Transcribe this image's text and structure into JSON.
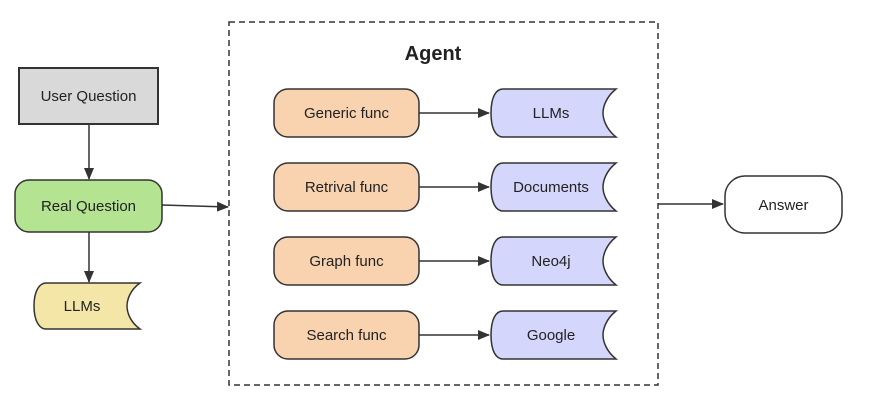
{
  "agent": {
    "title": "Agent"
  },
  "nodes": {
    "user_question": "User Question",
    "real_question": "Real Question",
    "llms_left": "LLMs",
    "answer": "Answer"
  },
  "funcs": [
    {
      "label": "Generic func",
      "store": "LLMs"
    },
    {
      "label": "Retrival func",
      "store": "Documents"
    },
    {
      "label": "Graph func",
      "store": "Neo4j"
    },
    {
      "label": "Search func",
      "store": "Google"
    }
  ],
  "colors": {
    "user_question_fill": "#d9d9d9",
    "real_question_fill": "#b4e391",
    "llms_left_fill": "#f3e6a6",
    "func_fill": "#f9d3b0",
    "store_fill": "#d5d6fb",
    "answer_fill": "#ffffff",
    "stroke": "#333333"
  }
}
